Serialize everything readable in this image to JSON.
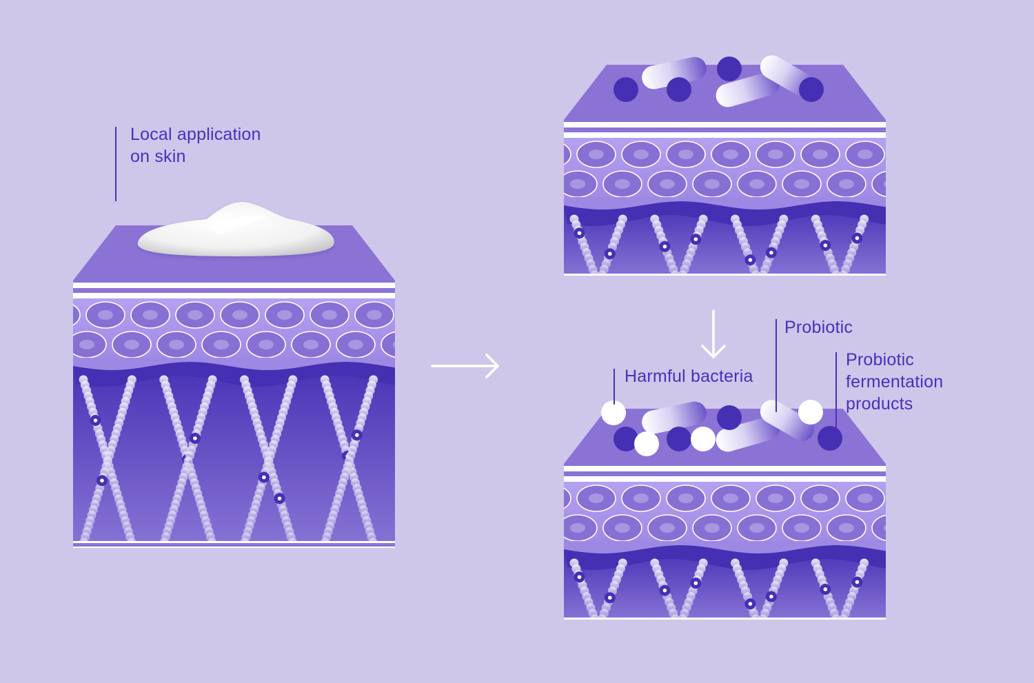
{
  "labels": {
    "local_application": "Local application\non skin",
    "probiotic": "Probiotic",
    "harmful_bacteria": "Harmful bacteria",
    "fermentation_products": "Probiotic\nfermentation\nproducts"
  },
  "colors": {
    "background": "#cec7ea",
    "label_text": "#4a2fbd",
    "skin_top": "#8b73d6",
    "cell_layer": "#a893ec",
    "cell_fill": "#8770d3",
    "cell_nucleus": "#a896e0",
    "dermis_top": "#4a33b6",
    "dermis_bottom": "#7d68cf",
    "fiber": "#e6e1f6",
    "dark_bacteria": "#4530b3",
    "harmful_bacteria": "#ffffff",
    "arrow": "#ffffff"
  },
  "icons": {
    "right_arrow": "arrow-right-icon",
    "down_arrow": "arrow-down-icon"
  }
}
